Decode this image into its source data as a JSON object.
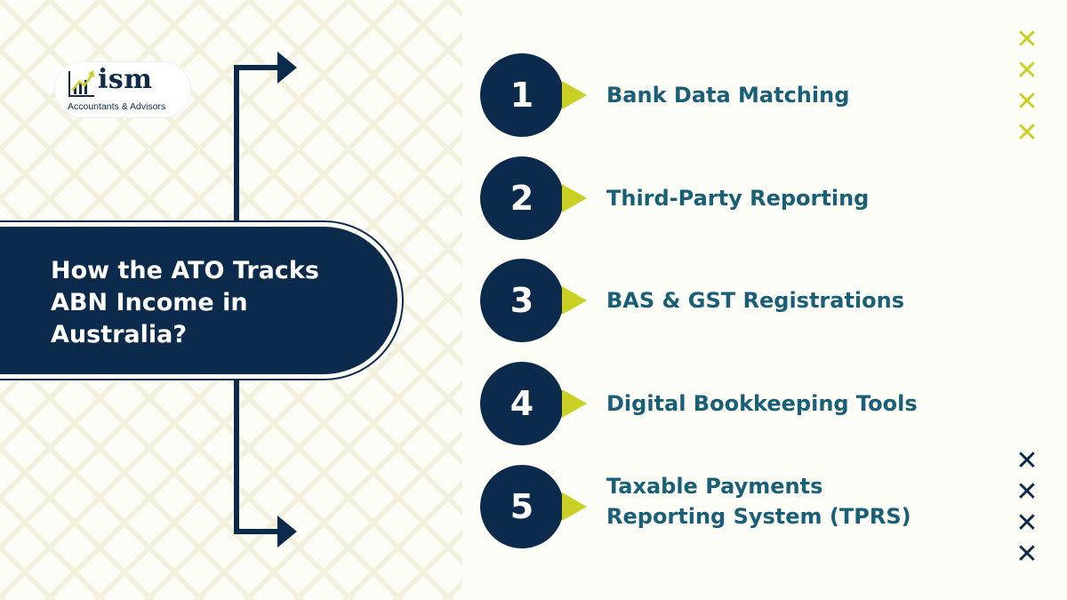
{
  "logo": {
    "word": "ism",
    "tagline": "Accountants & Advisors"
  },
  "title": "How the ATO Tracks ABN Income in Australia?",
  "steps": [
    {
      "number": "1",
      "label": "Bank Data Matching"
    },
    {
      "number": "2",
      "label": "Third-Party Reporting"
    },
    {
      "number": "3",
      "label": "BAS & GST Registrations"
    },
    {
      "number": "4",
      "label": "Digital Bookkeeping Tools"
    },
    {
      "number": "5",
      "label": "Taxable Payments Reporting System (TPRS)"
    }
  ],
  "colors": {
    "navy": "#0c2b4c",
    "teal_text": "#1a5f78",
    "accent_lime": "#c9cf23"
  },
  "decor": {
    "x_glyph": "✕",
    "top_icon": "x-mark-icon",
    "bottom_icon": "x-mark-icon"
  }
}
